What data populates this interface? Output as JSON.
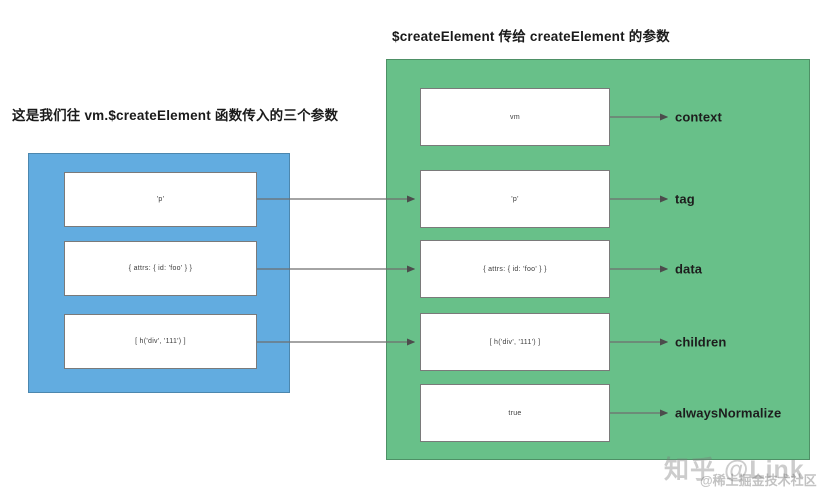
{
  "diagram": {
    "type": "flow-mapping",
    "captions": {
      "left": "这是我们往 vm.$createElement 函数传入的三个参数",
      "right": "$createElement 传给 createElement 的参数"
    },
    "left_group": {
      "name": "user-arguments-group",
      "color": "#62ACE0",
      "items": [
        {
          "text": "'p'"
        },
        {
          "text": "{ attrs: { id: 'foo' } }"
        },
        {
          "text": "[ h('div', '111') ]"
        }
      ]
    },
    "right_group": {
      "name": "create-element-arguments-group",
      "color": "#68C089",
      "items": [
        {
          "text": "vm",
          "label": "context"
        },
        {
          "text": "'p'",
          "label": "tag"
        },
        {
          "text": "{ attrs: { id: 'foo' } }",
          "label": "data"
        },
        {
          "text": "[ h('div', '111') ]",
          "label": "children"
        },
        {
          "text": "true",
          "label": "alwaysNormalize"
        }
      ]
    },
    "mappings": [
      {
        "from": 0,
        "to": 1
      },
      {
        "from": 1,
        "to": 2
      },
      {
        "from": 2,
        "to": 3
      }
    ]
  },
  "watermark": {
    "main": "知乎 @Link",
    "sub": "@稀土掘金技术社区"
  }
}
